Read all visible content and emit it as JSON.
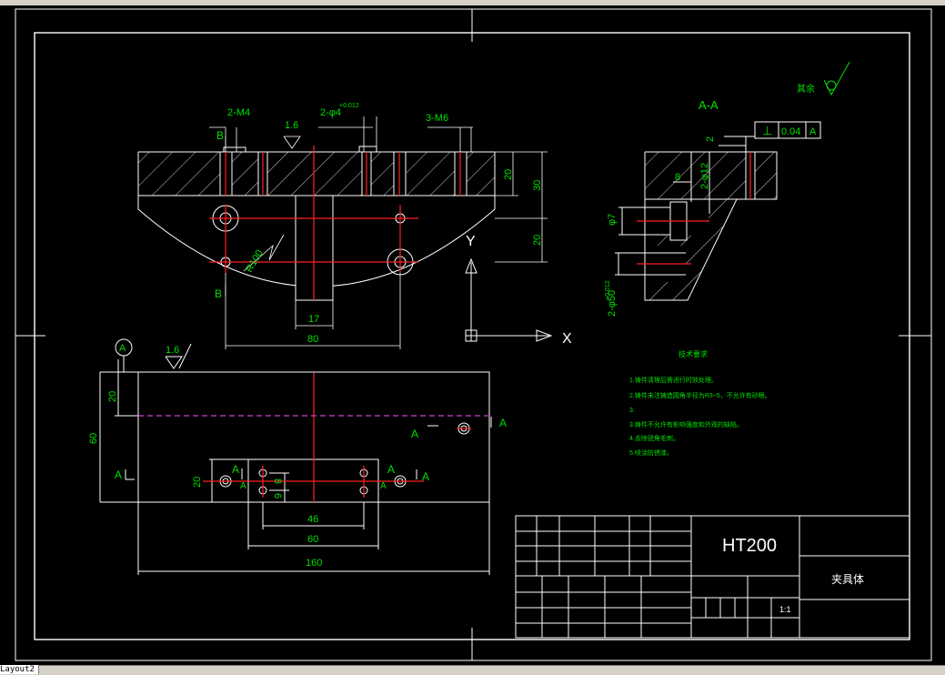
{
  "top": {
    "dim_2m4": "2-M4",
    "dim_2phi4": "2-φ4",
    "dim_2phi4_tol": "+0.012",
    "dim_3m6": "3-M6",
    "roughness": "1.6",
    "label_b_top": "B",
    "label_b_bottom": "B",
    "dim_20a": "20",
    "dim_30": "30",
    "dim_20b": "20",
    "dim_r100": "R100",
    "dim_17": "17",
    "dim_80": "80"
  },
  "ucs": {
    "y": "Y",
    "x": "X"
  },
  "section": {
    "title": "A-A",
    "dim_2": "2",
    "tolerance_sym": "⊥",
    "tolerance_val": "0.04",
    "tolerance_datum": "A",
    "dim_8": "8",
    "dim_2phi12": "2-φ12",
    "dim_phi7": "φ7",
    "dim_2phi50": "2-φ50",
    "dim_2phi50_tol": "+0.012",
    "surface_label": "其余"
  },
  "front": {
    "datum": "A",
    "roughness": "1.6",
    "dim_20": "20",
    "dim_60v": "60",
    "dim_20b": "20",
    "dim_8": "8",
    "dim_6": "6",
    "dim_46": "46",
    "dim_60": "60",
    "dim_160": "160",
    "sec_left": "A",
    "sec_right": "A",
    "sec_mid_l": "A",
    "sec_mid_r": "A",
    "sec_a1": "A",
    "sec_a2": "A",
    "sec_a3": "A",
    "sec_a4": "A"
  },
  "notes": {
    "title": "技术要求",
    "items": [
      "1.铸件清理后需进行时效处理。",
      "2.铸件未注铸造圆角半径为R3~5，不允许有砂眼。",
      "3.",
      "3.铸件不允许有影响强度和外观的缺陷。",
      "4.去除锐角毛刺。",
      "5.喷涂防锈漆。"
    ]
  },
  "titleblock": {
    "material": "HT200",
    "part_name": "夹具体",
    "scale": "1:1"
  },
  "tabs": [
    "Layout2"
  ]
}
